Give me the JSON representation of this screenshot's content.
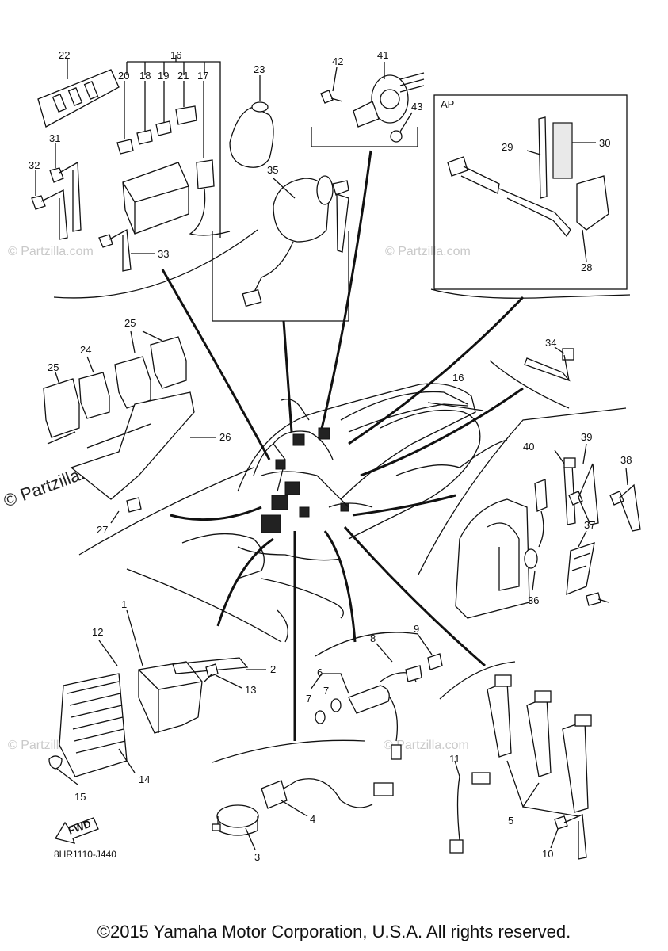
{
  "title_code": "8HR1110-J440",
  "copyright": "©2015 Yamaha Motor Corporation, U.S.A. All rights reserved.",
  "inset_label": "AP",
  "fwd_label": "FWD",
  "watermarks": {
    "small": "© Partzilla.com",
    "large": "© Partzilla.com"
  },
  "callouts": {
    "c1": "1",
    "c2": "2",
    "c3": "3",
    "c4": "4",
    "c5": "5",
    "c6": "6",
    "c7a": "7",
    "c7b": "7",
    "c8": "8",
    "c9": "9",
    "c10": "10",
    "c11": "11",
    "c12": "12",
    "c13": "13",
    "c14": "14",
    "c15": "15",
    "c16": "16",
    "c16b": "16",
    "c17": "17",
    "c18": "18",
    "c19": "19",
    "c20": "20",
    "c21": "21",
    "c22": "22",
    "c23": "23",
    "c24": "24",
    "c25": "25",
    "c25b": "25",
    "c26": "26",
    "c27": "27",
    "c28": "28",
    "c29": "29",
    "c30": "30",
    "c31": "31",
    "c32": "32",
    "c33": "33",
    "c34": "34",
    "c35": "35",
    "c36": "36",
    "c37": "37",
    "c38": "38",
    "c39": "39",
    "c40": "40",
    "c41": "41",
    "c42": "42",
    "c43": "43"
  }
}
